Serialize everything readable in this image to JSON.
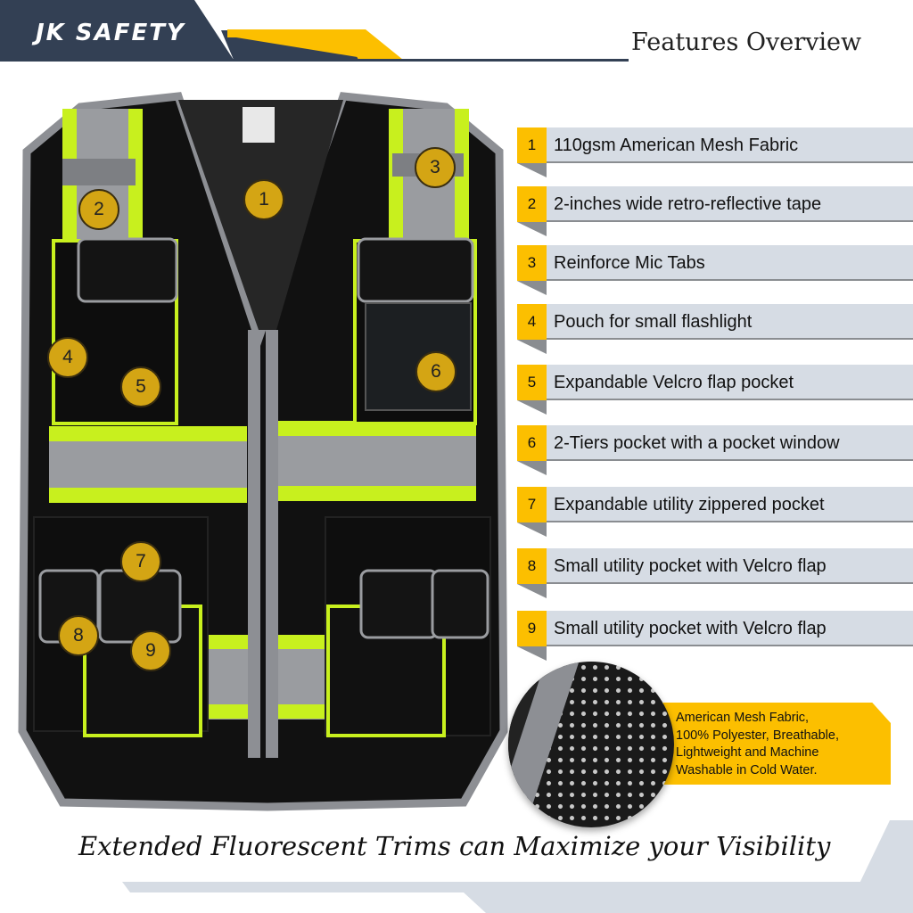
{
  "brand": {
    "logo_text": "JK SAFETY"
  },
  "header": {
    "title": "Features Overview"
  },
  "colors": {
    "navy": "#334054",
    "yellow": "#fcbf00",
    "bar_gray": "#d6dce4",
    "badge_gold": "#d4a514",
    "hi_vis": "#c8f01e"
  },
  "features": [
    {
      "num": "1",
      "label": "110gsm American Mesh Fabric"
    },
    {
      "num": "2",
      "label": "2-inches wide retro-reflective tape"
    },
    {
      "num": "3",
      "label": "Reinforce Mic Tabs"
    },
    {
      "num": "4",
      "label": "Pouch for small flashlight"
    },
    {
      "num": "5",
      "label": "Expandable Velcro flap pocket"
    },
    {
      "num": "6",
      "label": "2-Tiers pocket with a pocket window"
    },
    {
      "num": "7",
      "label": "Expandable utility zippered pocket"
    },
    {
      "num": "8",
      "label": "Small utility pocket with Velcro flap"
    },
    {
      "num": "9",
      "label": "Small utility pocket with Velcro flap"
    }
  ],
  "callout": {
    "lines": [
      "American Mesh Fabric,",
      "100% Polyester, Breathable,",
      "Lightweight and Machine",
      "Washable in Cold Water."
    ]
  },
  "slogan": "Extended Fluorescent Trims can Maximize your Visibility"
}
